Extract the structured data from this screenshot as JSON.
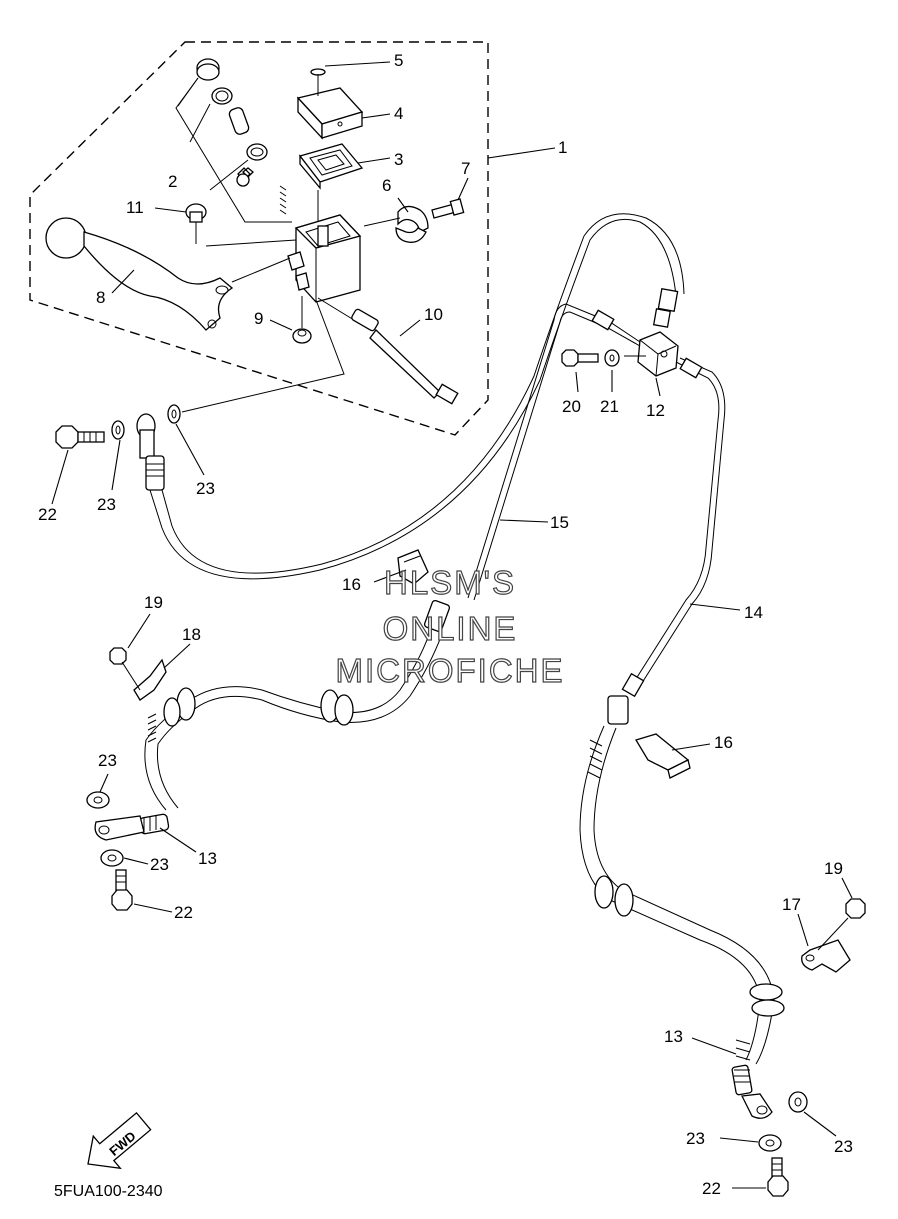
{
  "diagram_code": "5FUA100-2340",
  "fwd_label": "FWD",
  "watermark": [
    "HLSM'S",
    "ONLINE",
    "MICROFICHE"
  ],
  "callouts": {
    "c1": "1",
    "c2": "2",
    "c3": "3",
    "c4": "4",
    "c5": "5",
    "c6": "6",
    "c7": "7",
    "c8": "8",
    "c9": "9",
    "c10": "10",
    "c11": "11",
    "c12": "12",
    "c13a": "13",
    "c13b": "13",
    "c14": "14",
    "c15": "15",
    "c16a": "16",
    "c16b": "16",
    "c17": "17",
    "c18": "18",
    "c19a": "19",
    "c19b": "19",
    "c20": "20",
    "c21": "21",
    "c22a": "22",
    "c22b": "22",
    "c22c": "22",
    "c23a": "23",
    "c23b": "23",
    "c23c": "23",
    "c23d": "23",
    "c23e": "23",
    "c23f": "23"
  }
}
